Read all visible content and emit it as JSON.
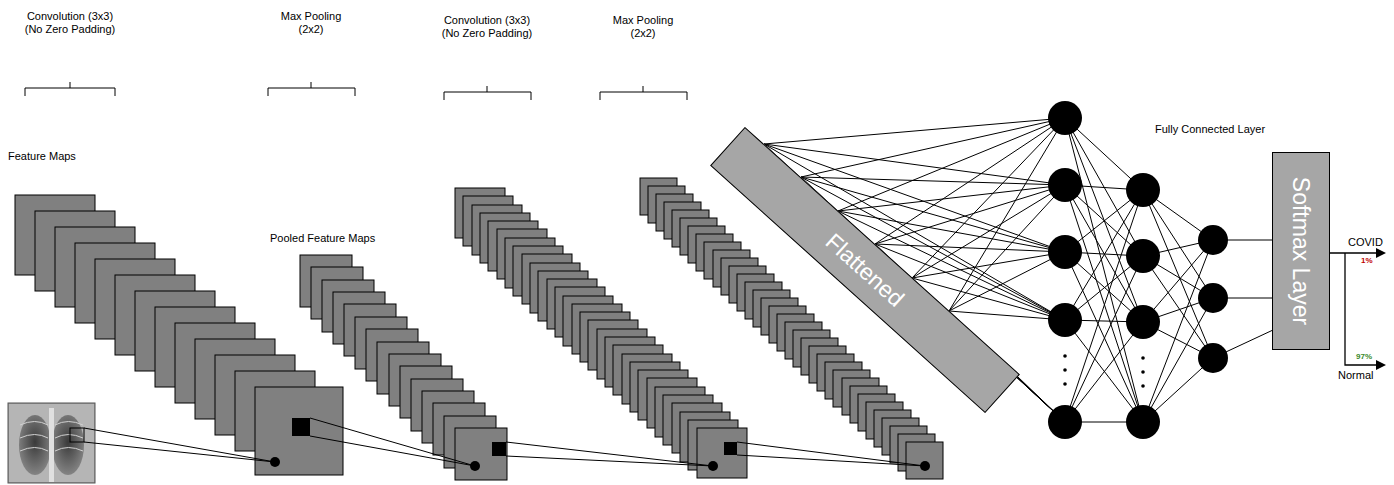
{
  "diagram": {
    "nodes": [
      {
        "text": [
          "Flattened"
        ]
      },
      {
        "text": [
          "Softmax Layer"
        ]
      }
    ],
    "labels": [
      "Convolution (3x3) (No Zero Padding)",
      "Max Pooling (2x2)",
      "Convolution (3x3) (No Zero Padding)",
      "Max Pooling (2x2)",
      "Feature Maps",
      "Pooled Feature Maps",
      "Fully Connected Layer",
      "COVID",
      "1%",
      "97%",
      "Normal"
    ]
  }
}
